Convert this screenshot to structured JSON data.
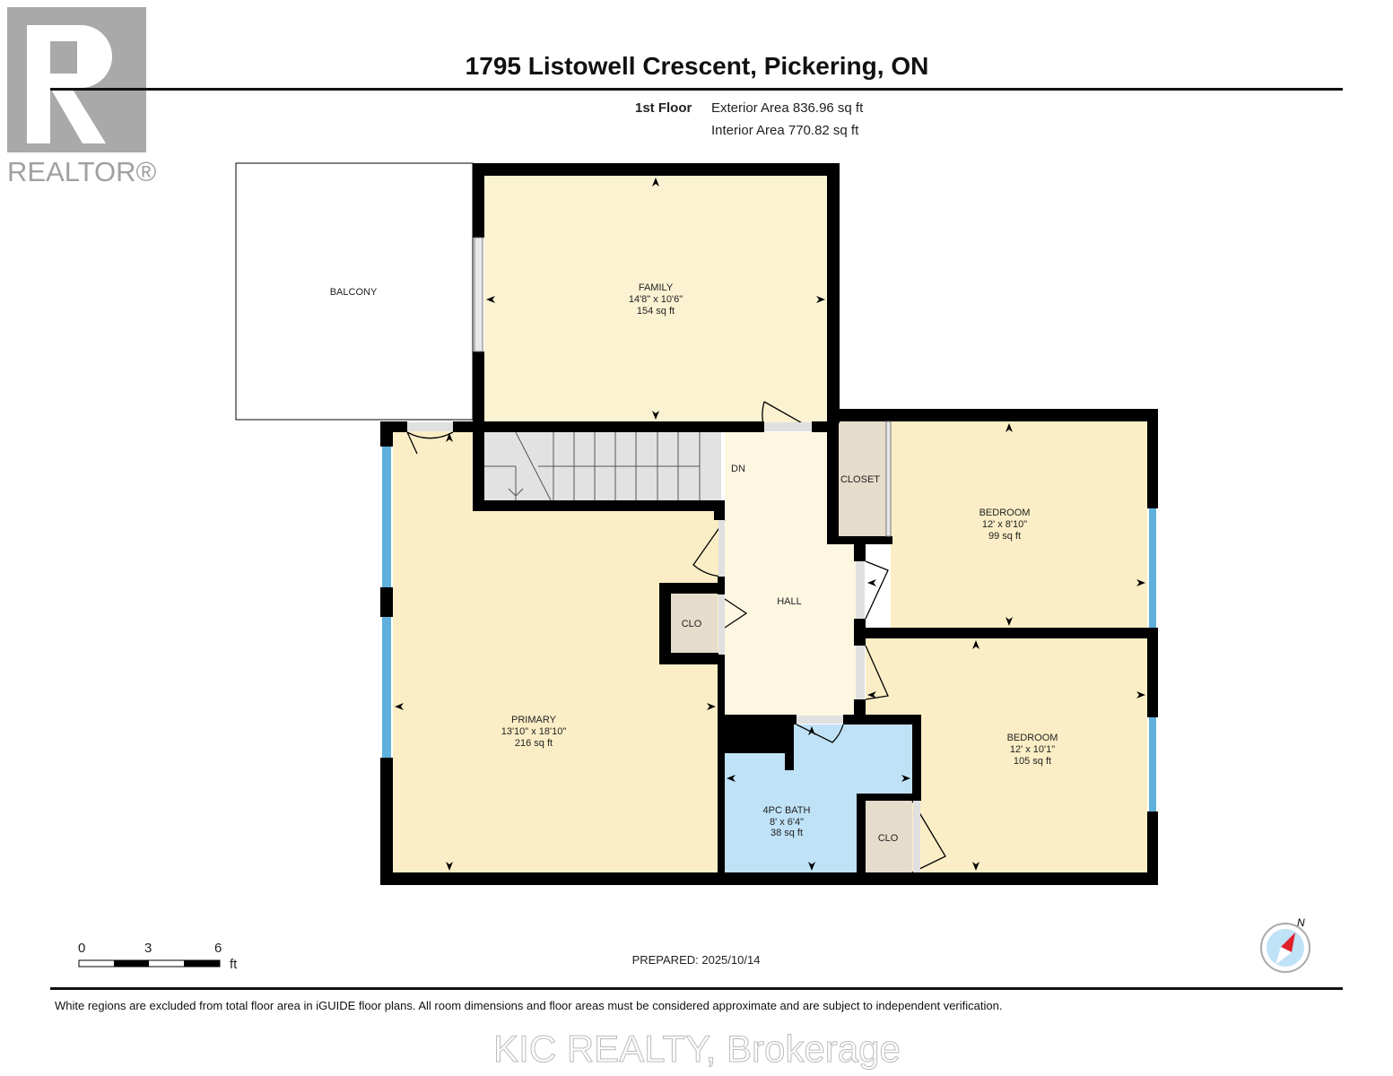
{
  "logo": {
    "text": "REALTOR®"
  },
  "header": {
    "title": "1795 Listowell Crescent, Pickering, ON",
    "floor": "1st Floor",
    "exterior_area": "Exterior Area 836.96 sq ft",
    "interior_area": "Interior Area 770.82 sq ft"
  },
  "rooms": {
    "balcony": {
      "name": "BALCONY"
    },
    "family": {
      "name": "FAMILY",
      "dims": "14'8\" x 10'6\"",
      "area": "154 sq ft"
    },
    "primary": {
      "name": "PRIMARY",
      "dims": "13'10\" x 18'10\"",
      "area": "216 sq ft"
    },
    "hall": {
      "name": "HALL"
    },
    "closet": {
      "name": "CLOSET"
    },
    "clo_primary": {
      "name": "CLO"
    },
    "clo_bedroom": {
      "name": "CLO"
    },
    "bedroom1": {
      "name": "BEDROOM",
      "dims": "12' x 8'10\"",
      "area": "99 sq ft"
    },
    "bedroom2": {
      "name": "BEDROOM",
      "dims": "12' x 10'1\"",
      "area": "105 sq ft"
    },
    "bath": {
      "name": "4PC BATH",
      "dims": "8' x 6'4\"",
      "area": "38 sq ft"
    },
    "stairs": {
      "label": "DN"
    }
  },
  "scale": {
    "ticks": [
      "0",
      "3",
      "6"
    ],
    "unit": "ft"
  },
  "compass": {
    "label": "N"
  },
  "prepared": "PREPARED: 2025/10/14",
  "footer": {
    "disclaimer": "White regions are excluded from total floor area in iGUIDE floor plans. All room dimensions and floor areas must be considered approximate and are subject to independent verification.",
    "watermark": "KIC REALTY, Brokerage"
  },
  "colors": {
    "room": "#fbeec6",
    "hall": "#fdf7e2",
    "bath": "#bfe2f7",
    "closet": "#e6dccb",
    "window": "#5fb0dc",
    "stairs": "#e2e2e2"
  }
}
